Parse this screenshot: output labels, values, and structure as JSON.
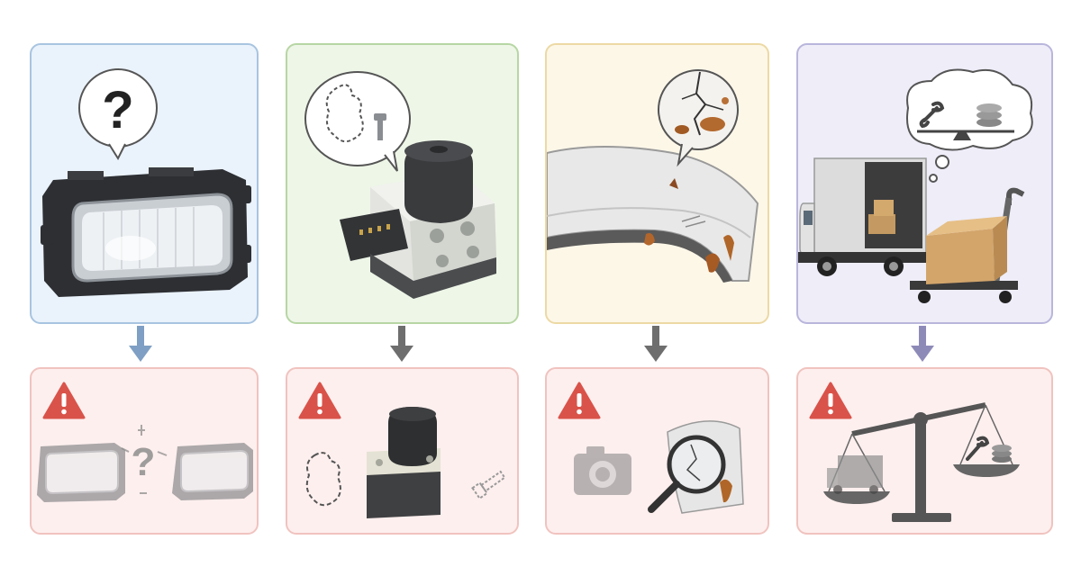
{
  "steps": [
    {
      "id": "headlight",
      "top_theme": "blue",
      "issue_icon": "headlight-question-icon",
      "warning_icon": "warning-triangle-icon",
      "issue_visual": "mismatched-headlights-icon"
    },
    {
      "id": "abs-module",
      "top_theme": "green",
      "issue_icon": "missing-parts-bubble-icon",
      "warning_icon": "warning-triangle-icon",
      "issue_visual": "missing-bracket-and-bolt-icon"
    },
    {
      "id": "fender",
      "top_theme": "yellow",
      "issue_icon": "damage-zoom-bubble-icon",
      "warning_icon": "warning-triangle-icon",
      "issue_visual": "camera-magnifier-damage-icon"
    },
    {
      "id": "shipping",
      "top_theme": "purple",
      "issue_icon": "cost-balance-thought-icon",
      "warning_icon": "warning-triangle-icon",
      "issue_visual": "shipping-cost-scale-icon"
    }
  ],
  "colors": {
    "blue_panel": "#eaf2fb",
    "green_panel": "#eef6e8",
    "yellow_panel": "#fdf7e8",
    "purple_panel": "#eeedf8",
    "warning_panel": "#fdefee",
    "warning_red": "#d9534a",
    "arrow_blue": "#7f9fc4",
    "arrow_gray": "#6e6e6e",
    "arrow_purple": "#8e8ab8"
  }
}
